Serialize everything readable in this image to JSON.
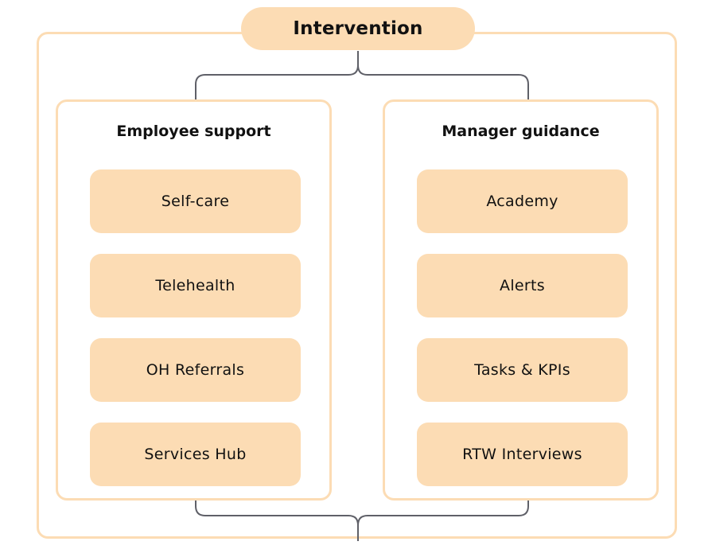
{
  "title": "Intervention",
  "columns": [
    {
      "heading": "Employee support",
      "items": [
        "Self-care",
        "Telehealth",
        "OH Referrals",
        "Services Hub"
      ]
    },
    {
      "heading": "Manager guidance",
      "items": [
        "Academy",
        "Alerts",
        "Tasks & KPIs",
        "RTW Interviews"
      ]
    }
  ],
  "colors": {
    "fill": "#fcdcb4",
    "connector": "#5f6068",
    "text": "#111111"
  }
}
